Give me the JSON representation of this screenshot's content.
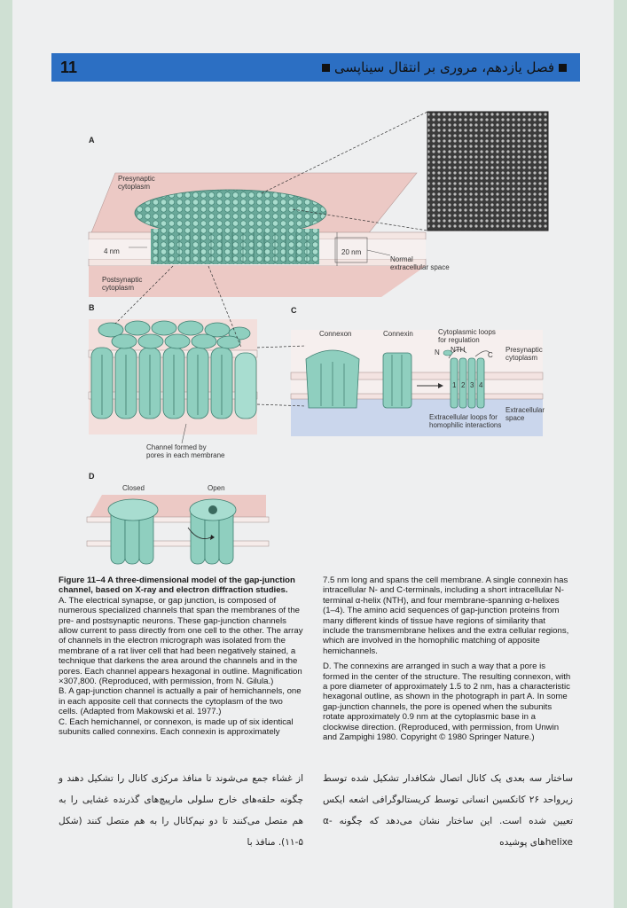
{
  "header": {
    "page_number": "11",
    "title": "فصل یازدهم، مروری بر انتقال سیناپسی"
  },
  "figure": {
    "panels": [
      "A",
      "B",
      "C",
      "D"
    ],
    "labels": {
      "presynaptic_cytoplasm": "Presynaptic\ncytoplasm",
      "postsynaptic_cytoplasm": "Postsynaptic\ncytoplasm",
      "nm4": "4 nm",
      "nm20": "20 nm",
      "normal_space": "Normal\nextracellular space",
      "connexon": "Connexon",
      "connexin": "Connexin",
      "cyto_loops": "Cytoplasmic loops\nfor regulation",
      "nth": "NTH",
      "n": "N",
      "c": "C",
      "presyn_c": "Presynaptic\ncytoplasm",
      "extra_space": "Extracellular\nspace",
      "extra_loops": "Extracellular loops for\nhomophilic interactions",
      "channel_pores": "Channel formed by\npores in each membrane",
      "closed": "Closed",
      "open": "Open",
      "subunits": [
        "1",
        "2",
        "3",
        "4"
      ]
    }
  },
  "caption": {
    "title": "Figure 11–4 A three-dimensional model of the gap-junction channel, based on X-ray and electron diffraction studies.",
    "A": "A. The electrical synapse, or gap junction, is composed of numerous specialized channels that span the membranes of the pre- and postsynaptic neurons. These gap-junction channels allow current to pass directly from one cell to the other. The array of channels in the electron micrograph was isolated from the membrane of a rat liver cell that had been negatively stained, a technique that darkens the area around the channels and in the pores. Each channel appears hexagonal in outline. Magnification ×307,800. (Reproduced, with permission, from N. Gilula.)",
    "B": "B. A gap-junction channel is actually a pair of hemichannels, one in each apposite cell that connects the cytoplasm of the two cells. (Adapted from Makowski et al. 1977.)",
    "C": "C. Each hemichannel, or connexon, is made up of six identical subunits called connexins. Each connexin is approximately",
    "C2": "7.5 nm long and spans the cell membrane. A single connexin has intracellular N- and C-terminals, including a short intracellular N-terminal α-helix (NTH), and four membrane-spanning α-helixes (1–4). The amino acid sequences of gap-junction proteins from many different kinds of tissue have regions of similarity that include the transmembrane helixes and the extra cellular regions, which are involved in the homophilic matching of apposite hemichannels.",
    "D": "D. The connexins are arranged in such a way that a pore is formed in the center of the structure. The resulting connexon, with a pore diameter of approximately 1.5 to 2 nm, has a characteristic hexagonal outline, as shown in the photograph in part A. In some gap-junction channels, the pore is opened when the subunits rotate approximately 0.9 nm at the cytoplasmic base in a clockwise direction. (Reproduced, with permission, from Unwin and Zampighi 1980. Copyright © 1980 Springer Nature.)"
  },
  "persian": {
    "right": "ساختار سه بعدی یک کانال اتصال شکافدار تشکیل شده توسط زیرواحد ۲۶ کانکسین انسانی توسط کریستالوگرافی اشعه ایکس تعیین شده است. این ساختار نشان می‌دهد که چگونه α-helixeهای پوشیده",
    "left": "از غشاء جمع می‌شوند تا منافذ مرکزی کانال را تشکیل دهند و چگونه حلقه‌های خارج سلولی مارپیچ‌های گذرنده غشایی را به هم متصل می‌کنند تا دو نیم‌کانال را به هم متصل کنند (شکل ۵-۱۱). منافذ با"
  },
  "colors": {
    "header": "#2c6fc3",
    "membrane_pink": "#e9c6c3",
    "channel_teal": "#8fcfbf",
    "channel_dark": "#4d8f80",
    "extracellular_blue": "#c9d6ec"
  }
}
